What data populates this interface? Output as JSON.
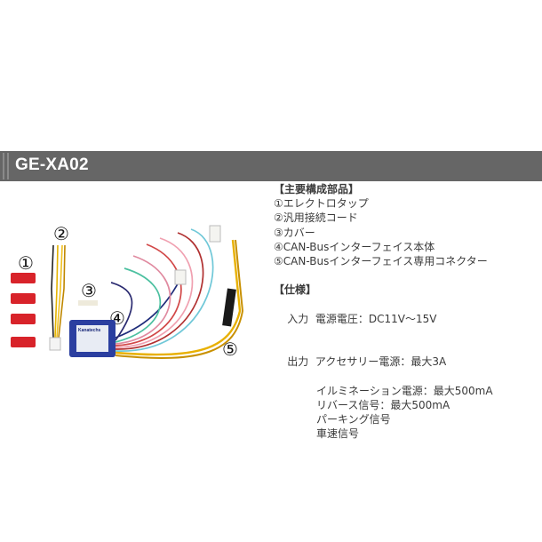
{
  "header": {
    "title": "GE-XA02",
    "bar_color": "#666666"
  },
  "product_image": {
    "description": "CAN-Bus interface kit components",
    "callouts": [
      "①",
      "②",
      "③",
      "④",
      "⑤"
    ],
    "module_label": "Kanatechs"
  },
  "components": {
    "heading": "【主要構成部品】",
    "items": [
      "①エレクトロタップ",
      "②汎用接続コード",
      "③カバー",
      "④CAN-Busインターフェイス本体",
      "⑤CAN-Busインターフェイス専用コネクター"
    ]
  },
  "specs": {
    "heading": "【仕様】",
    "input_label": "入力",
    "input_value": "電源電圧：DC11V～15V",
    "output_label": "出力",
    "outputs": [
      "アクセサリー電源：最大3A",
      "イルミネーション電源：最大500mA",
      "リバース信号：最大500mA",
      "パーキング信号",
      "車速信号"
    ]
  }
}
